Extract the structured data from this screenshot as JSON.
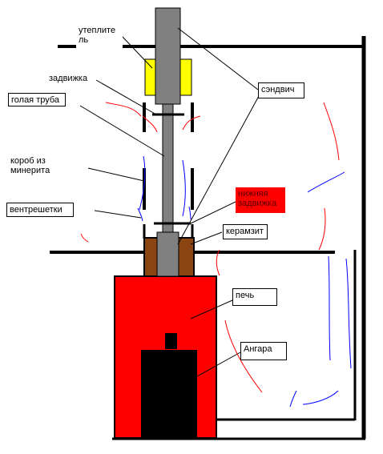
{
  "labels": {
    "insulation": "утеплите\nль",
    "damper": "задвижка",
    "bare_pipe": "голая труба",
    "sandwich": "сэндвич",
    "mineral_box": "короб из\nминерита",
    "vents": "вентрешетки",
    "lower_damper": "нижняя\nзадвижка",
    "expanded_clay": "керамзит",
    "stove": "печь",
    "hangar": "Ангара"
  },
  "colors": {
    "stove": "#ff0000",
    "firebox": "#000000",
    "pipe": "#808080",
    "insulation": "#ffff00",
    "clay": "#8b4513",
    "warm_air": "#ff0000",
    "cold_air": "#0000ff"
  }
}
